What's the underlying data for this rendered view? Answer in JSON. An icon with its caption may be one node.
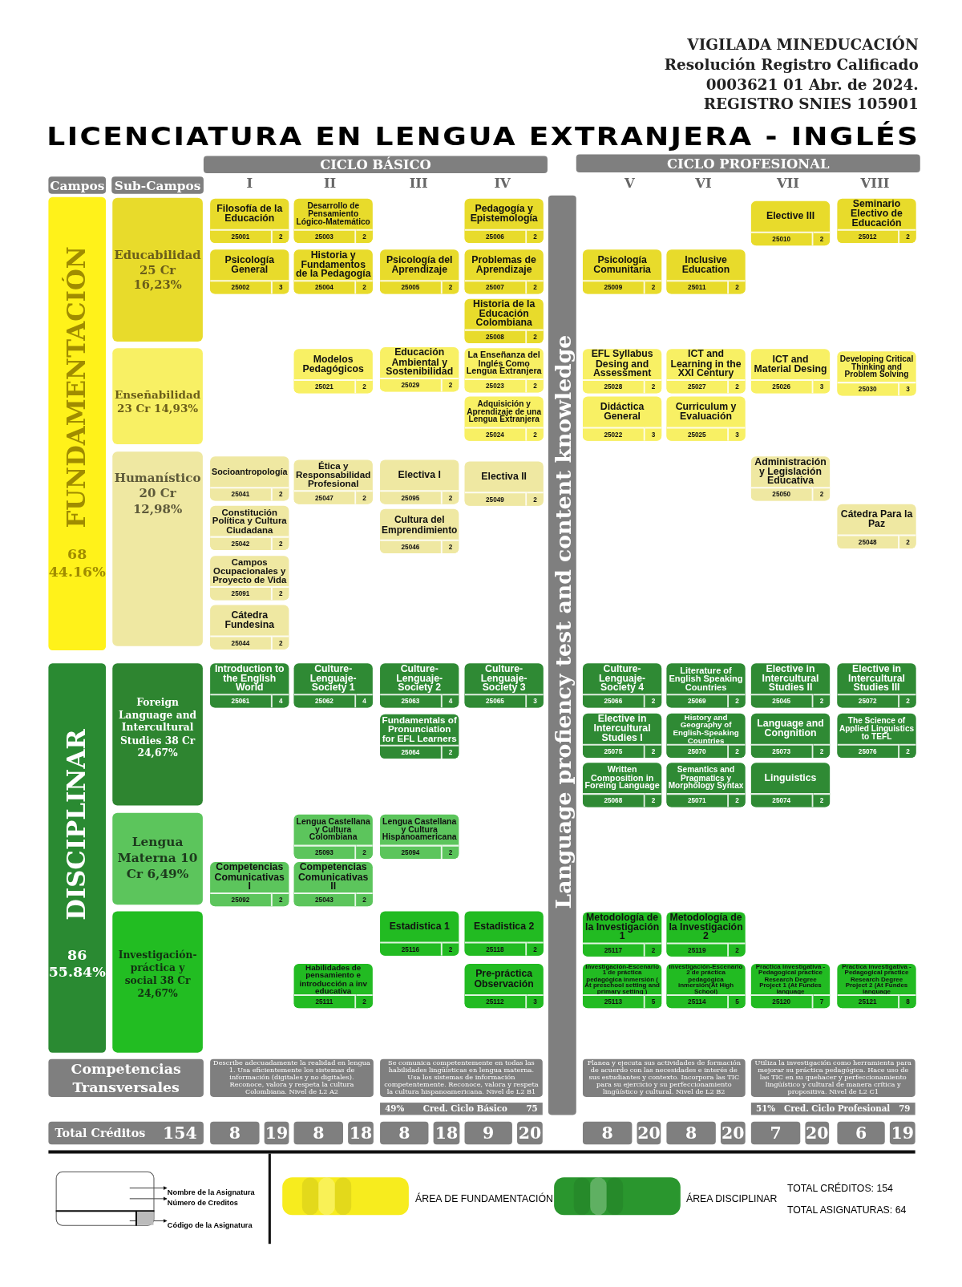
{
  "diagram": {
    "title": "LICENCIATURA EN LENGUA EXTRANJERA - INGLÉS",
    "nodes": [
      {
        "text": [
          "CICLO BÁSICO"
        ]
      },
      {
        "text": [
          "CICLO PROFESIONAL"
        ]
      },
      {
        "text": [
          "Campos"
        ]
      },
      {
        "text": [
          "Sub-Campos"
        ]
      },
      {
        "text": [
          "FUNDAMENTACIÓN",
          "68 44.16%"
        ]
      },
      {
        "text": [
          "DISCIPLINAR",
          "86 55.84%"
        ]
      },
      {
        "text": [
          "Educabilidad 25 Cr 16,23%"
        ]
      },
      {
        "text": [
          "Enseñabilidad 23 Cr 14,93%"
        ]
      },
      {
        "text": [
          "Humanístico 20 Cr 12,98%"
        ]
      },
      {
        "text": [
          "Foreign Language and Intercultural Studies 38 Cr 24,67%"
        ]
      },
      {
        "text": [
          "Lengua Materna 10 Cr 6,49%"
        ]
      },
      {
        "text": [
          "Investigación-práctica y social 38 Cr 24,67%"
        ]
      },
      {
        "text": [
          "Language profiency test and content knowledge"
        ]
      },
      {
        "text": [
          "Filosofía de la Educación",
          "25001",
          "2"
        ]
      },
      {
        "text": [
          "Desarrollo de Pensamiento Lógico-Matemático",
          "25003",
          "2"
        ]
      },
      {
        "text": [
          "Pedagogía y Epistemología",
          "25006",
          "2"
        ]
      },
      {
        "text": [
          "Elective III",
          "25010",
          "2"
        ]
      },
      {
        "text": [
          "Seminario Electivo de Educación",
          "25012",
          "2"
        ]
      },
      {
        "text": [
          "Psicología General",
          "25002",
          "3"
        ]
      },
      {
        "text": [
          "Historia y Fundamentos de la Pedagogía",
          "25004",
          "2"
        ]
      },
      {
        "text": [
          "Psicología del Aprendizaje",
          "25005",
          "2"
        ]
      },
      {
        "text": [
          "Problemas de Aprendizaje",
          "25007",
          "2"
        ]
      },
      {
        "text": [
          "Psicología Comunitaria",
          "25009",
          "2"
        ]
      },
      {
        "text": [
          "Inclusive Education",
          "25011",
          "2"
        ]
      },
      {
        "text": [
          "Historia de la Educación Colombiana",
          "25008",
          "2"
        ]
      },
      {
        "text": [
          "Modelos Pedagógicos",
          "25021",
          "2"
        ]
      },
      {
        "text": [
          "Educación Ambiental y Sostenibilidad",
          "25029",
          "2"
        ]
      },
      {
        "text": [
          "La Enseñanza del Inglés Como Lengua Extranjera",
          "25023",
          "2"
        ]
      },
      {
        "text": [
          "EFL Syllabus Desing and Assessment",
          "25028",
          "2"
        ]
      },
      {
        "text": [
          "ICT and Learning in the XXI Century",
          "25027",
          "2"
        ]
      },
      {
        "text": [
          "ICT and Material Desing",
          "25026",
          "3"
        ]
      },
      {
        "text": [
          "Developing Critical Thinking and Problem Solving",
          "25030",
          "3"
        ]
      },
      {
        "text": [
          "Adquisición y Aprendizaje de una Lengua Extranjera",
          "25024",
          "2"
        ]
      },
      {
        "text": [
          "Didáctica General",
          "25022",
          "3"
        ]
      },
      {
        "text": [
          "Curriculum y Evaluación",
          "25025",
          "3"
        ]
      },
      {
        "text": [
          "Socioantropología",
          "25041",
          "2"
        ]
      },
      {
        "text": [
          "Ética y Responsabilidad Profesional",
          "25047",
          "2"
        ]
      },
      {
        "text": [
          "Electiva I",
          "25095",
          "2"
        ]
      },
      {
        "text": [
          "Electiva II",
          "25049",
          "2"
        ]
      },
      {
        "text": [
          "Administración y Legislación Educativa",
          "25050",
          "2"
        ]
      },
      {
        "text": [
          "Constitución Política y Cultura Ciudadana",
          "25042",
          "2"
        ]
      },
      {
        "text": [
          "Cultura del Emprendimiento",
          "25046",
          "2"
        ]
      },
      {
        "text": [
          "Cátedra Para la Paz",
          "25048",
          "2"
        ]
      },
      {
        "text": [
          "Campos Ocupacionales y Proyecto de Vida",
          "25091",
          "2"
        ]
      },
      {
        "text": [
          "Cátedra Fundesina",
          "25044",
          "2"
        ]
      },
      {
        "text": [
          "Introduction to the English World",
          "25061",
          "4"
        ]
      },
      {
        "text": [
          "Culture-Lenguaje-Society 1",
          "25062",
          "4"
        ]
      },
      {
        "text": [
          "Culture-Lenguaje-Society 2",
          "25063",
          "4"
        ]
      },
      {
        "text": [
          "Culture-Lenguaje-Society 3",
          "25065",
          "3"
        ]
      },
      {
        "text": [
          "Culture-Lenguaje-Society 4",
          "25066",
          "2"
        ]
      },
      {
        "text": [
          "Literature of English Speaking Countries",
          "25069",
          "2"
        ]
      },
      {
        "text": [
          "Elective in Intercultural Studies II",
          "25045",
          "2"
        ]
      },
      {
        "text": [
          "Elective in Intercultural Studies III",
          "25072",
          "2"
        ]
      },
      {
        "text": [
          "Fundamentals of Pronunciation for EFL Learners",
          "25064",
          "2"
        ]
      },
      {
        "text": [
          "Elective in Intercultural Studies I",
          "25075",
          "2"
        ]
      },
      {
        "text": [
          "History and Geography of English-Speaking Countries",
          "25070",
          "2"
        ]
      },
      {
        "text": [
          "Language and Congnition",
          "25073",
          "2"
        ]
      },
      {
        "text": [
          "The Science of Applied Linguistics to TEFL",
          "25076",
          "2"
        ]
      },
      {
        "text": [
          "Written Composition in Foreing Language",
          "25068",
          "2"
        ]
      },
      {
        "text": [
          "Semantics and Pragmatics y Morphology Syntax",
          "25071",
          "2"
        ]
      },
      {
        "text": [
          "Linguistics",
          "25074",
          "2"
        ]
      },
      {
        "text": [
          "Lengua Castellana y Cultura Colombiana",
          "25093",
          "2"
        ]
      },
      {
        "text": [
          "Lengua Castellana y Cultura Hispanoamericana",
          "25094",
          "2"
        ]
      },
      {
        "text": [
          "Competencias Comunicativas I",
          "25092",
          "2"
        ]
      },
      {
        "text": [
          "Competencias Comunicativas II",
          "25043",
          "2"
        ]
      },
      {
        "text": [
          "Estadistica 1",
          "25116",
          "2"
        ]
      },
      {
        "text": [
          "Estadistica 2",
          "25118",
          "2"
        ]
      },
      {
        "text": [
          "Metodología de la Investigación 1",
          "25117",
          "2"
        ]
      },
      {
        "text": [
          "Metodología de la Investigación 2",
          "25119",
          "2"
        ]
      },
      {
        "text": [
          "Habilidades de pensamiento e introducción a inv educativa",
          "25111",
          "2"
        ]
      },
      {
        "text": [
          "Pre-práctica Observación",
          "25112",
          "3"
        ]
      },
      {
        "text": [
          "Investigación-Escenario 1 de práctica pedagógica inmersión ( At preschool setting and primary setting )",
          "25113",
          "5"
        ]
      },
      {
        "text": [
          "Investigación-Escenario 2 de práctica pedagógica inmersión(At High School)",
          "25114",
          "5"
        ]
      },
      {
        "text": [
          "Practica investigativa - Pedagogical practice Research Degree Project 1 (At Fundes language",
          "25120",
          "7"
        ]
      },
      {
        "text": [
          "Practica investigativa - Pedagogical practice Research Degree Project 2 (At Fundes language",
          "25121",
          "8"
        ]
      },
      {
        "text": [
          "Competencias Transversales"
        ]
      },
      {
        "text": [
          "Describe adecuadamente la realidad en lengua 1. Usa eficientemente los sistemas de información (digitales y no digitales). Reconoce, valora y respeta la cultura Colombiana. Nivel de L2 A2"
        ]
      },
      {
        "text": [
          "Se comunica competentemente en todas las habilidades lingüísticas en lengua materna. Usa los sistemas de información competentemente. Reconoce, valora y respeta la cultura hispanoamericana. Nivel de L2 B1"
        ]
      },
      {
        "text": [
          "Planea y ejecuta sus actividades de formación de acuerdo con las necesidades e interés de sus estudiantes y contexto. Incorpora las TIC para su ejercicio y su perfeccionamiento lingüístico y cultural. Nivel de L2 B2"
        ]
      },
      {
        "text": [
          "Utiliza la investigación como herramienta para mejorar su práctica pedagógica. Hace uso de las TIC en su quehacer y perfeccionamiento lingüístico y cultural de manera crítica y propositiva. Nivel de L2 C1"
        ]
      },
      {
        "text": [
          "49%",
          "Cred. Ciclo Básico",
          "75"
        ]
      },
      {
        "text": [
          "51%",
          "Cred. Ciclo Profesional",
          "79"
        ]
      },
      {
        "text": [
          "Total Créditos",
          "154"
        ]
      },
      {
        "text": [
          "8"
        ]
      },
      {
        "text": [
          "19"
        ]
      },
      {
        "text": [
          "8"
        ]
      },
      {
        "text": [
          "18"
        ]
      },
      {
        "text": [
          "8"
        ]
      },
      {
        "text": [
          "18"
        ]
      },
      {
        "text": [
          "9"
        ]
      },
      {
        "text": [
          "20"
        ]
      },
      {
        "text": [
          "8"
        ]
      },
      {
        "text": [
          "20"
        ]
      },
      {
        "text": [
          "8"
        ]
      },
      {
        "text": [
          "20"
        ]
      },
      {
        "text": [
          "7"
        ]
      },
      {
        "text": [
          "20"
        ]
      },
      {
        "text": [
          "6"
        ]
      },
      {
        "text": [
          "19"
        ]
      },
      {
        "text": [],
        "shape": "box"
      },
      {
        "text": [
          "Nombre de la Asignatura"
        ]
      },
      {
        "text": [
          "Número de Creditos"
        ]
      },
      {
        "text": [
          "Código de la Asignatura"
        ]
      }
    ],
    "edges": [
      {
        "from": 99,
        "to": 100,
        "arrow": "to"
      },
      {
        "from": 99,
        "to": 101,
        "arrow": "to"
      },
      {
        "from": 99,
        "to": 102,
        "arrow": "to"
      }
    ],
    "labels": [
      "VIGILADA MINEDUCACIÓN",
      "Resolución Registro Calificado",
      "0003621 01 Abr. de 2024.",
      "REGISTRO SNIES 105901",
      "I",
      "II",
      "III",
      "IV",
      "V",
      "VI",
      "VII",
      "VIII",
      "TOTAL CRÉDITOS: 154",
      "TOTAL ASIGNATURAS: 64"
    ],
    "legend": [
      {
        "text": "ÁREA DE FUNDAMENTACIÓN",
        "color": "#f7ec1e"
      },
      {
        "text": "ÁREA DISCIPLINAR",
        "color": "#2a962e"
      }
    ]
  }
}
